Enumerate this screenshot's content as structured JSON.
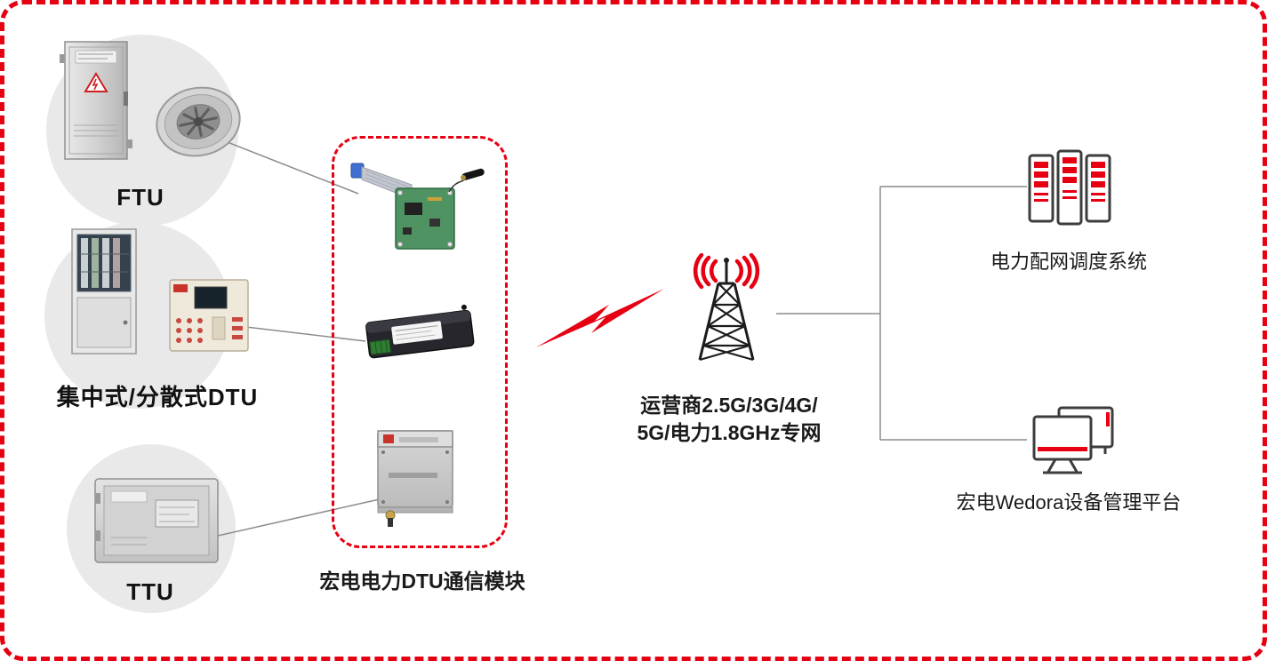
{
  "groups": {
    "ftu": {
      "label": "FTU"
    },
    "dtu": {
      "label": "集中式/分散式DTU"
    },
    "ttu": {
      "label": "TTU"
    }
  },
  "module_box": {
    "label": "宏电电力DTU通信模块"
  },
  "network": {
    "line1": "运营商2.5G/3G/4G/",
    "line2": "5G/电力1.8GHz专网"
  },
  "endpoints": {
    "dispatch": {
      "label": "电力配网调度系统"
    },
    "wedora": {
      "label": "宏电Wedora设备管理平台"
    }
  },
  "colors": {
    "accent_red": "#e60012",
    "tower_dark": "#1c1c1c",
    "connector_gray": "#8c8c8c",
    "circle_gray": "#e9e9e9"
  }
}
